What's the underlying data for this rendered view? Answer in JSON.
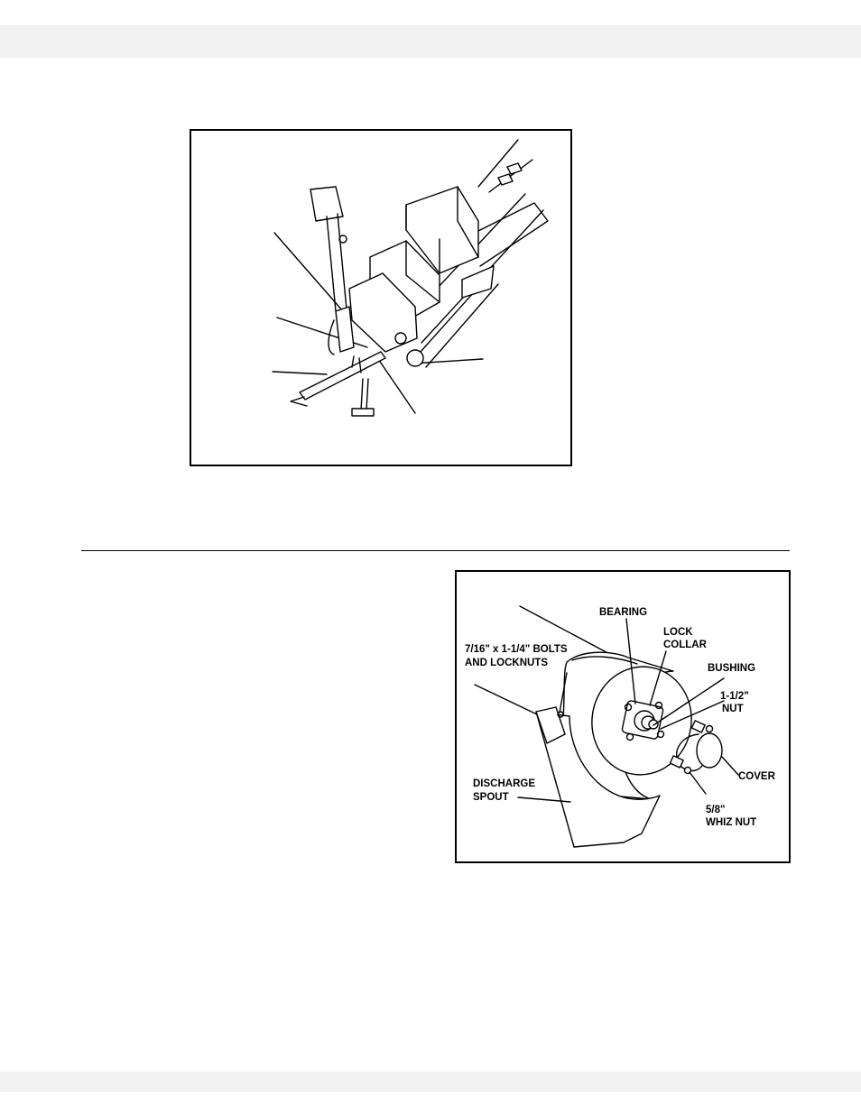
{
  "figure_top": {
    "icons": [
      "auger-hopper-illustration"
    ]
  },
  "figure_bottom": {
    "labels": {
      "bearing": "BEARING",
      "lock_collar_1": "LOCK",
      "lock_collar_2": "COLLAR",
      "bolts_1": "7/16\" x 1-1/4\" BOLTS",
      "bolts_2": "AND LOCKNUTS",
      "bushing": "BUSHING",
      "nut_1": "1-1/2\"",
      "nut_2": "NUT",
      "discharge_1": "DISCHARGE",
      "discharge_2": "SPOUT",
      "cover": "COVER",
      "whiz_1": "5/8\"",
      "whiz_2": "WHIZ   NUT"
    }
  }
}
